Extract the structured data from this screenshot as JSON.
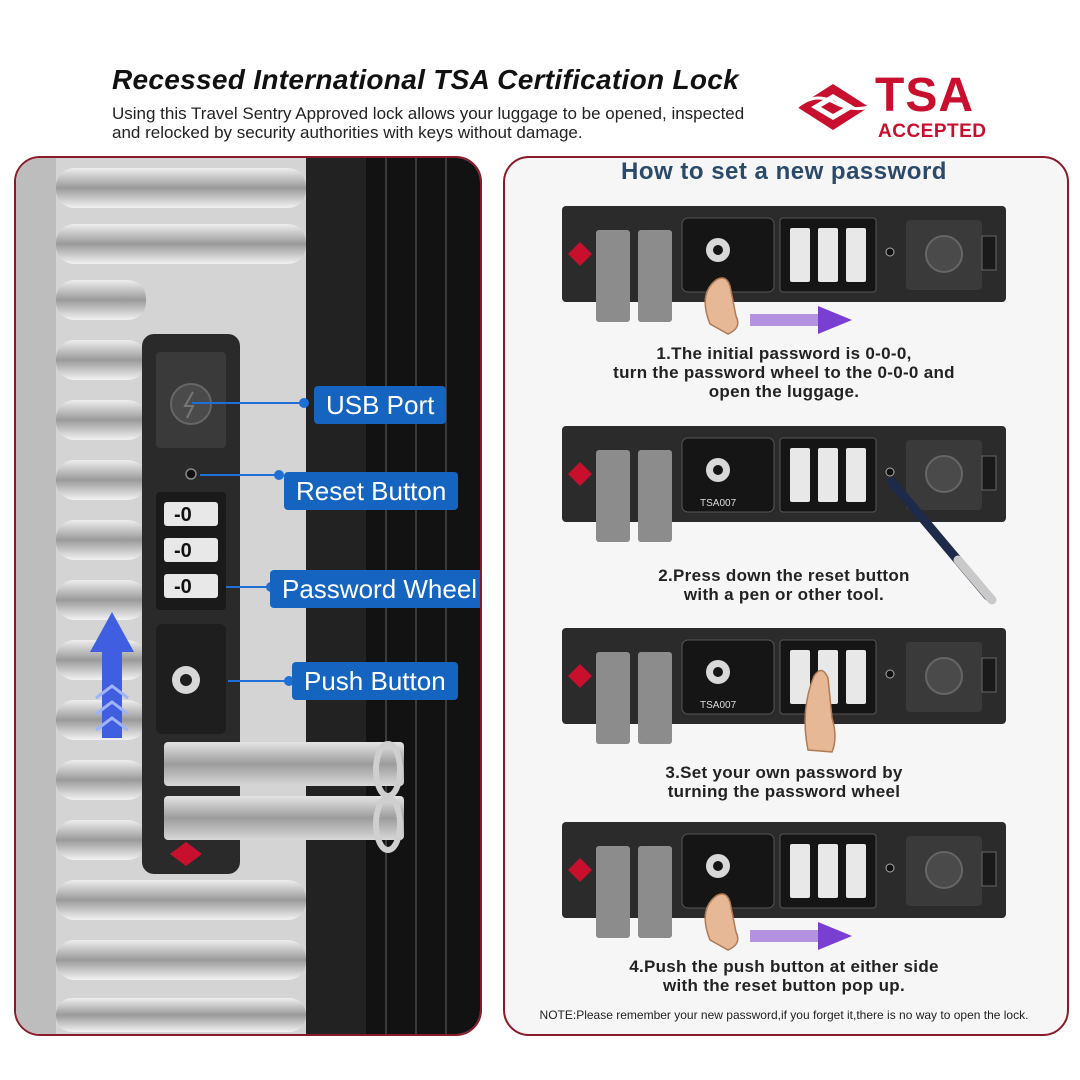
{
  "header": {
    "title": "Recessed International TSA Certification Lock",
    "subtitle": "Using this Travel Sentry Approved lock allows your luggage to be opened, inspected and relocked by security authorities with keys without damage."
  },
  "tsa_badge": {
    "word": "TSA",
    "accepted": "ACCEPTED",
    "color": "#c8102e"
  },
  "left_panel": {
    "callouts": [
      {
        "label": "USB Port"
      },
      {
        "label": "Reset Button"
      },
      {
        "label": "Password Wheel"
      },
      {
        "label": "Push Button"
      }
    ],
    "callout_color": "#1565c0"
  },
  "right_panel": {
    "title": "How to set a new password",
    "steps": [
      {
        "lines": [
          "1.The initial password is 0-0-0,",
          "turn the password wheel to the 0-0-0 and",
          "open the luggage."
        ]
      },
      {
        "lines": [
          "2.Press down the reset button",
          "with a pen or other tool."
        ]
      },
      {
        "lines": [
          "3.Set your own password by",
          "turning the password wheel"
        ]
      },
      {
        "lines": [
          "4.Push the push button at either side",
          "with the reset button pop up."
        ]
      }
    ],
    "note": "NOTE:Please remember your new password,if you forget it,there is no way to open the lock.",
    "lock_code_label": "TSA007",
    "arrow_color": "#7a3fd0"
  }
}
